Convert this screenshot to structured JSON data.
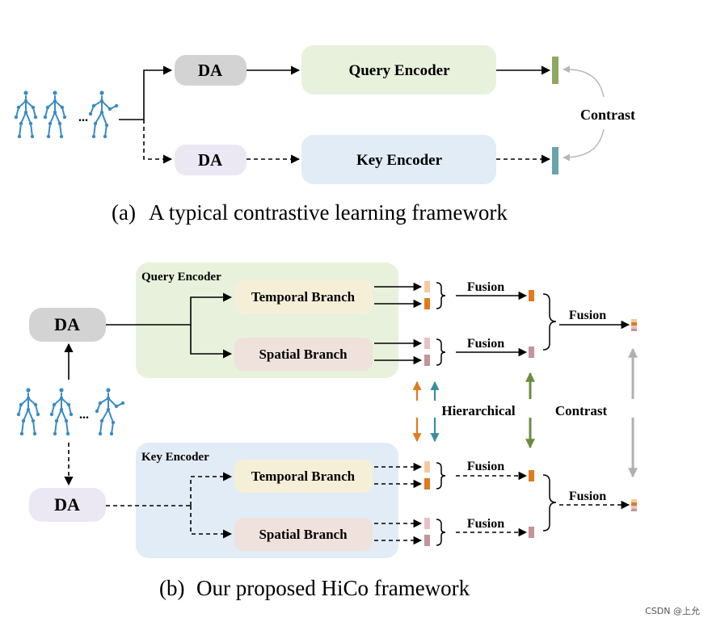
{
  "part_a": {
    "da_top": "DA",
    "da_bottom": "DA",
    "query_encoder": "Query Encoder",
    "key_encoder": "Key Encoder",
    "contrast": "Contrast",
    "ellipsis": "...",
    "caption_label": "(a)",
    "caption_text": "A typical contrastive learning framework"
  },
  "part_b": {
    "da_top": "DA",
    "da_bottom": "DA",
    "ellipsis": "...",
    "query_group_label": "Query Encoder",
    "key_group_label": "Key Encoder",
    "query_temporal": "Temporal Branch",
    "query_spatial": "Spatial Branch",
    "key_temporal": "Temporal Branch",
    "key_spatial": "Spatial Branch",
    "fusion_q_temporal": "Fusion",
    "fusion_q_spatial": "Fusion",
    "fusion_q_final": "Fusion",
    "fusion_k_temporal": "Fusion",
    "fusion_k_spatial": "Fusion",
    "fusion_k_final": "Fusion",
    "hierarchical": "Hierarchical",
    "contrast": "Contrast",
    "caption_label": "(b)",
    "caption_text": "Our proposed HiCo framework"
  },
  "watermark": "CSDN @上允",
  "colors": {
    "da_gray": "#d3d3d3",
    "da_lavender": "#ebe7f3",
    "query_green": "#e8f1dc",
    "key_blue": "#e2ecf6",
    "temporal_yellow": "#f6efd8",
    "spatial_pink": "#efe1dc",
    "skeleton_blue": "#3a8bc4",
    "orange": "#e07a1f",
    "teal": "#3b8d9e",
    "green": "#6b8c3e",
    "gray_arrow": "#b0b0b0"
  }
}
